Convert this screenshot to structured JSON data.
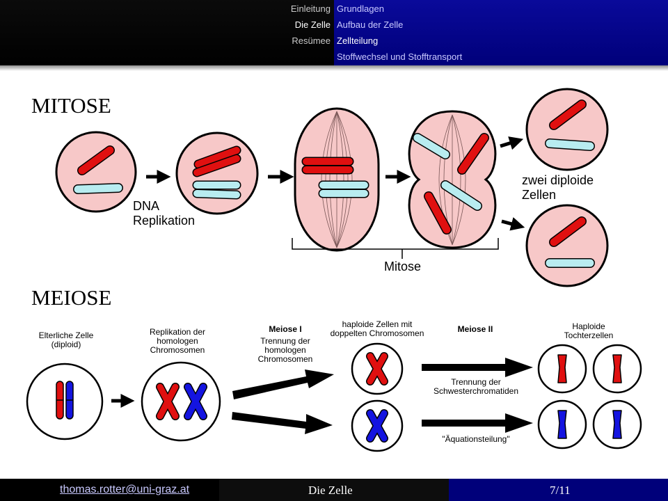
{
  "header": {
    "sections": [
      {
        "label": "Einleitung",
        "active": false
      },
      {
        "label": "Die Zelle",
        "active": true
      },
      {
        "label": "Resümee",
        "active": false
      }
    ],
    "subsections": [
      {
        "label": "Grundlagen",
        "active": false
      },
      {
        "label": "Aufbau der Zelle",
        "active": false
      },
      {
        "label": "Zellteilung",
        "active": true
      },
      {
        "label": "Stoffwechsel und Stofftransport",
        "active": false
      }
    ]
  },
  "mitose": {
    "title": "MITOSE",
    "label_dna": "DNA",
    "label_replikation": "Replikation",
    "label_mitose": "Mitose",
    "label_zwei_diploide": "zwei diploide",
    "label_zellen": "Zellen"
  },
  "meiose": {
    "title": "MEIOSE",
    "elterliche_1": "Elterliche Zelle",
    "elterliche_2": "(diploid)",
    "replikation_1": "Replikation der",
    "replikation_2": "homologen",
    "replikation_3": "Chromosomen",
    "meiose1": "Meiose I",
    "trennung_1": "Trennung der",
    "trennung_2": "homologen",
    "trennung_3": "Chromosomen",
    "haploide_doppelt_1": "haploide Zellen mit",
    "haploide_doppelt_2": "doppelten Chromosomen",
    "meiose2": "Meiose II",
    "schwester_1": "Trennung der",
    "schwester_2": "Schwesterchromatiden",
    "aequation": "\"Äquationsteilung\"",
    "tochter_1": "Haploide",
    "tochter_2": "Tochterzellen"
  },
  "footer": {
    "email": "thomas.rotter@uni-graz.at",
    "title": "Die Zelle",
    "page": "7/11"
  },
  "colors": {
    "header_blue": "#00007a",
    "cell_fill": "#f7c8c8",
    "chromosome_red": "#e01010",
    "chromosome_cyan": "#b8ecf0",
    "chromosome_blue": "#1414e0"
  }
}
